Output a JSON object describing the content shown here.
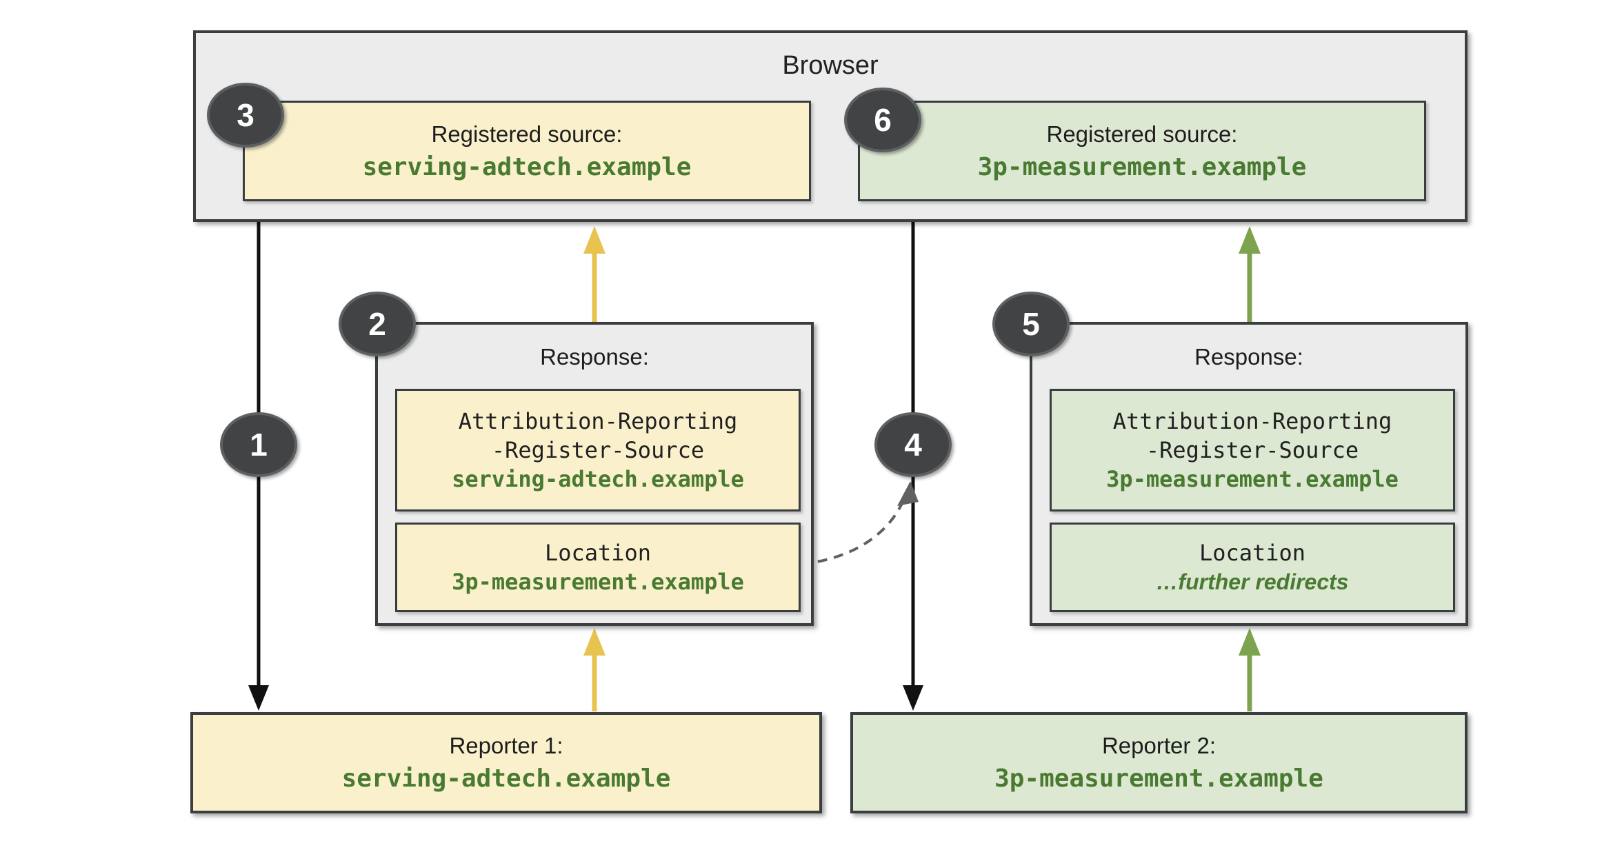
{
  "badges": {
    "b1": "1",
    "b2": "2",
    "b3": "3",
    "b4": "4",
    "b5": "5",
    "b6": "6"
  },
  "browser": {
    "title": "Browser",
    "sources": [
      {
        "label": "Registered source:",
        "value": "serving-adtech.example"
      },
      {
        "label": "Registered source:",
        "value": "3p-measurement.example"
      }
    ]
  },
  "responses": [
    {
      "label": "Response:",
      "header_block": {
        "line1": "Attribution-Reporting",
        "line2": "-Register-Source",
        "value": "serving-adtech.example"
      },
      "location_block": {
        "line1": "Location",
        "value": "3p-measurement.example"
      }
    },
    {
      "label": "Response:",
      "header_block": {
        "line1": "Attribution-Reporting",
        "line2": "-Register-Source",
        "value": "3p-measurement.example"
      },
      "location_block": {
        "line1": "Location",
        "value": "…further redirects"
      }
    }
  ],
  "reporters": [
    {
      "label": "Reporter 1:",
      "value": "serving-adtech.example"
    },
    {
      "label": "Reporter 2:",
      "value": "3p-measurement.example"
    }
  ],
  "colors": {
    "yellow_fill": "#faf1cc",
    "green_fill": "#dde8d2",
    "gray_fill": "#ececec",
    "box_border": "#3b3e40",
    "green_text": "#497a31",
    "yellow_arrow": "#e8c350",
    "green_arrow": "#7ea34e",
    "black_arrow": "#111111",
    "dashed_arrow": "#616161",
    "badge_fill": "#414345"
  }
}
